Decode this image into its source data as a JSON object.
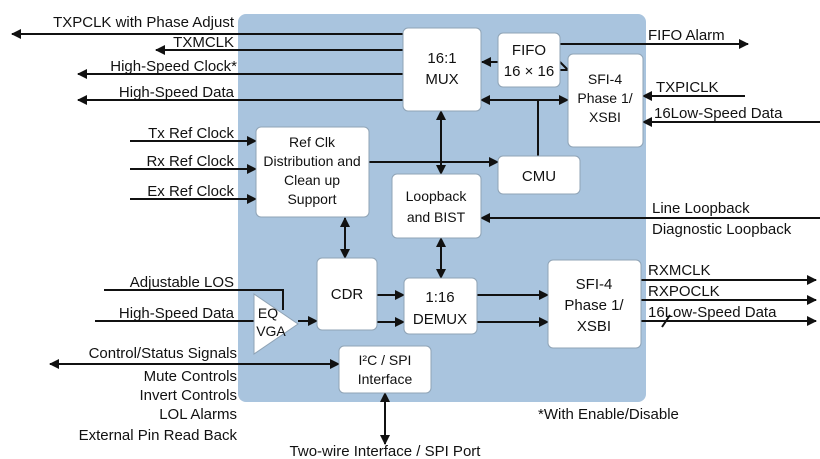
{
  "blocks": {
    "mux": [
      "16:1",
      "MUX"
    ],
    "fifo": [
      "FIFO",
      "16 × 16"
    ],
    "sfi_tx": [
      "SFI-4",
      "Phase 1/",
      "XSBI"
    ],
    "refclk": [
      "Ref Clk",
      "Distribution and",
      "Clean up",
      "Support"
    ],
    "cmu": "CMU",
    "loopback": [
      "Loopback",
      "and BIST"
    ],
    "cdr": "CDR",
    "demux": [
      "1:16",
      "DEMUX"
    ],
    "sfi_rx": [
      "SFI-4",
      "Phase 1/",
      "XSBI"
    ],
    "eq": [
      "EQ",
      "VGA"
    ],
    "i2c": [
      "I²C / SPI",
      "Interface"
    ]
  },
  "signals": {
    "txpclk": "TXPCLK with Phase Adjust",
    "txmclk": "TXMCLK",
    "hs_clock": "High-Speed Clock*",
    "hs_data_out": "High-Speed Data",
    "tx_ref": "Tx Ref Clock",
    "rx_ref": "Rx Ref Clock",
    "ex_ref": "Ex Ref Clock",
    "adj_los": "Adjustable LOS",
    "hs_data_in": "High-Speed Data",
    "control": "Control/Status Signals",
    "mute": "Mute Controls",
    "invert": "Invert Controls",
    "lol": "LOL Alarms",
    "ext_pin": "External Pin Read Back",
    "fifo_alarm": "FIFO Alarm",
    "txpiclk": "TXPICLK",
    "lowspeed_in": "16Low-Speed Data",
    "line_loop": "Line Loopback",
    "diag_loop": "Diagnostic Loopback",
    "rxmclk": "RXMCLK",
    "rxpoclk": "RXPOCLK",
    "lowspeed_out": "16Low-Speed Data",
    "two_wire": "Two-wire Interface / SPI Port",
    "footnote": "*With Enable/Disable"
  },
  "colors": {
    "chip": "#a9c4de",
    "block_fill": "#ffffff",
    "line": "#111111"
  }
}
